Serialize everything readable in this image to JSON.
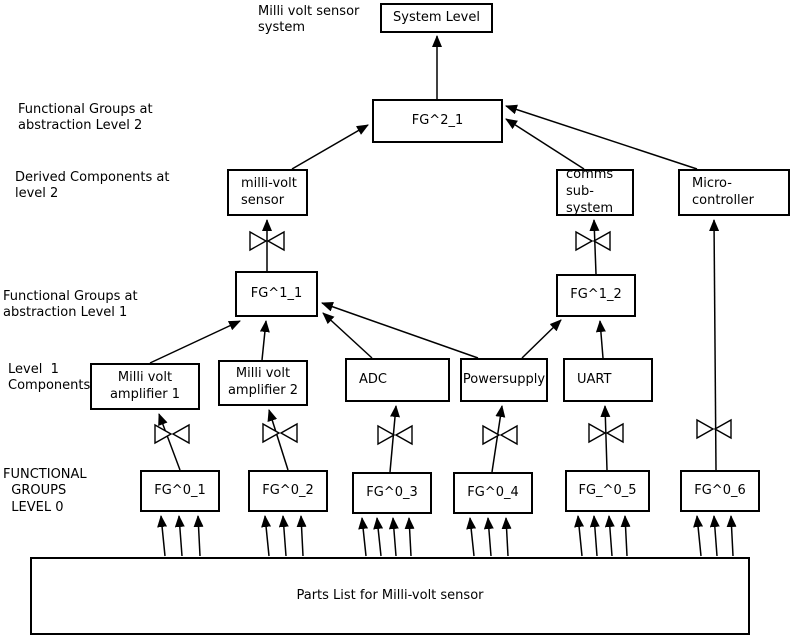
{
  "labels": {
    "system_note": "Milli volt sensor\nsystem",
    "fg_level2": "Functional Groups at\nabstraction Level 2",
    "derived_level2": "Derived Components at\nlevel 2",
    "fg_level1": "Functional Groups at\nabstraction Level 1",
    "level1_components": "Level  1\nComponents",
    "fg_level0": "FUNCTIONAL\n  GROUPS\n  LEVEL 0"
  },
  "nodes": {
    "system_level": {
      "label": "System Level"
    },
    "fg2_1": {
      "label": "FG^2_1"
    },
    "mv_sensor": {
      "label": "milli-volt\nsensor"
    },
    "comms": {
      "label": "comms\nsub-system"
    },
    "micro": {
      "label": "Micro-\ncontroller"
    },
    "fg1_1": {
      "label": "FG^1_1"
    },
    "fg1_2": {
      "label": "FG^1_2"
    },
    "amp1": {
      "label": "Milli volt\namplifier 1"
    },
    "amp2": {
      "label": "Milli volt\namplifier 2"
    },
    "adc": {
      "label": "ADC"
    },
    "psu": {
      "label": "Powersupply"
    },
    "uart": {
      "label": "UART"
    },
    "fg0_1": {
      "label": "FG^0_1"
    },
    "fg0_2": {
      "label": "FG^0_2"
    },
    "fg0_3": {
      "label": "FG^0_3"
    },
    "fg0_4": {
      "label": "FG^0_4"
    },
    "fg0_5": {
      "label": "FG_^0_5"
    },
    "fg0_6": {
      "label": "FG^0_6"
    },
    "parts_list": {
      "label": "Parts List for Milli-volt sensor"
    }
  }
}
